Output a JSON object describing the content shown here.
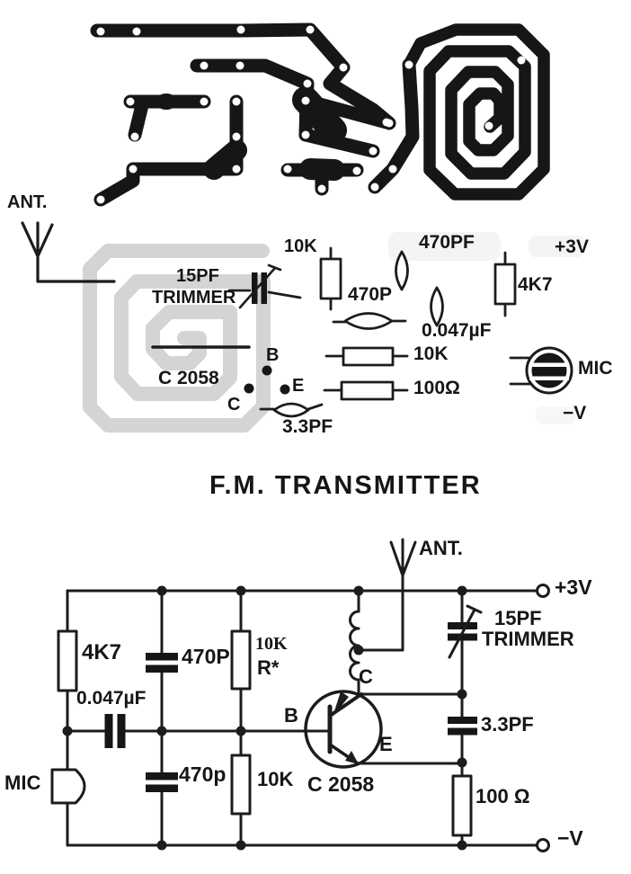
{
  "title": "F.M. TRANSMITTER",
  "colors": {
    "ink": "#1c1c1c",
    "copper": "#161616",
    "ghost_coil": "#c5c5c5",
    "paper": "#ffffff"
  },
  "component_layout": {
    "ant": "ANT.",
    "trimmer_value": "15PF",
    "trimmer_word": "TRIMMER",
    "r_top": "10K",
    "c_470pf": "470PF",
    "rail_pos": "+3V",
    "r_4k7": "4K7",
    "c_470p": "470P",
    "c_coupling": "0.047µF",
    "r_mid": "10K",
    "r_100": "100Ω",
    "transistor": "C 2058",
    "pin_b": "B",
    "pin_c": "C",
    "pin_e": "E",
    "c_feedback": "3.3PF",
    "mic": "MIC",
    "rail_neg": "−V"
  },
  "schematic": {
    "ant": "ANT.",
    "rail_pos": "+3V",
    "rail_neg": "−V",
    "r_4k7": "4K7",
    "c_470p_upper": "470P",
    "r_star_value": "10K",
    "r_star_ref": "R*",
    "c_coupling": "0.047µF",
    "mic": "MIC",
    "c_470p_lower": "470p",
    "r_base": "10K",
    "pin_b": "B",
    "pin_c": "C",
    "pin_e": "E",
    "transistor": "C 2058",
    "trimmer_value": "15PF",
    "trimmer_word": "TRIMMER",
    "c_feedback": "3.3PF",
    "r_emitter": "100 Ω"
  }
}
